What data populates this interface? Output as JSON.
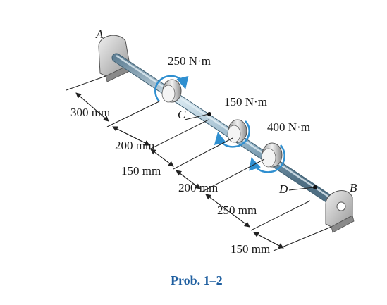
{
  "figure": {
    "points": {
      "A": "A",
      "B": "B",
      "C": "C",
      "D": "D"
    },
    "torques": {
      "t1": "250 N·m",
      "t2": "150 N·m",
      "t3": "400 N·m"
    },
    "dimensions": {
      "d1": "300 mm",
      "d2": "200 mm",
      "d3": "150 mm",
      "d4": "200 mm",
      "d5": "250 mm",
      "d6": "150 mm"
    },
    "caption": "Prob. 1–2"
  },
  "colors": {
    "shaft": "#8fb0c4",
    "shaft_highlight": "#d6e6ef",
    "support": "#c9c9c9",
    "torque_arrow": "#2f8fd0",
    "caption": "#1f5fa0"
  }
}
